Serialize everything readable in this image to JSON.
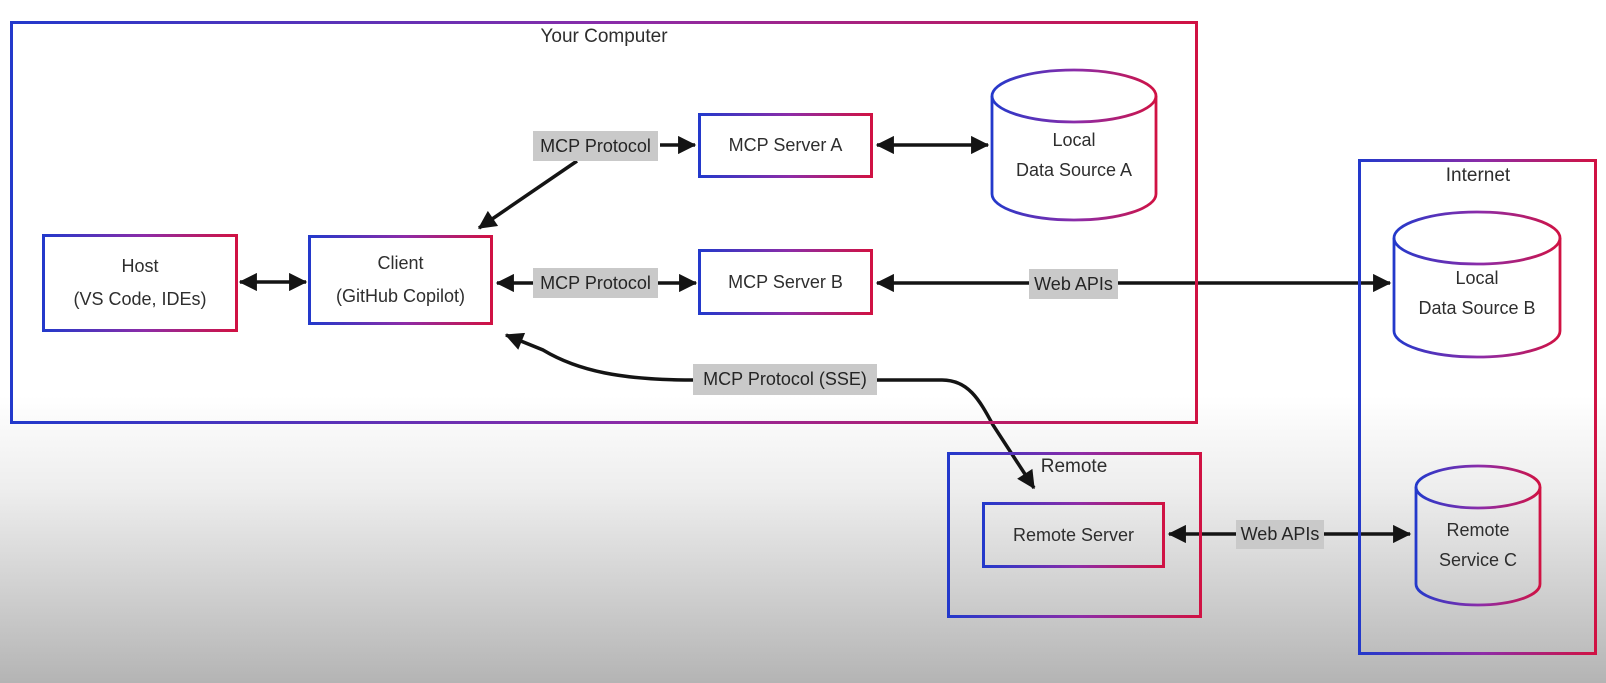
{
  "colors": {
    "border_gradient_start": "#2339cb",
    "border_gradient_mid": "#8c2ca8",
    "border_gradient_end": "#d01243",
    "chip_background": "#c9c9c9",
    "arrow": "#141414",
    "background_top": "#ffffff",
    "background_bottom": "#b4b4b4"
  },
  "containers": {
    "your_computer": {
      "label": "Your Computer"
    },
    "internet": {
      "label": "Internet"
    },
    "remote": {
      "label": "Remote"
    }
  },
  "nodes": {
    "host": {
      "line1": "Host",
      "line2": "(VS Code, IDEs)"
    },
    "client": {
      "line1": "Client",
      "line2": "(GitHub Copilot)"
    },
    "mcp_server_a": {
      "label": "MCP Server A"
    },
    "mcp_server_b": {
      "label": "MCP Server B"
    },
    "remote_server": {
      "label": "Remote Server"
    },
    "local_data_source_a": {
      "line1": "Local",
      "line2": "Data Source A"
    },
    "local_data_source_b": {
      "line1": "Local",
      "line2": "Data Source B"
    },
    "remote_service_c": {
      "line1": "Remote",
      "line2": "Service C"
    }
  },
  "edge_labels": {
    "mcp_protocol_a": "MCP Protocol",
    "mcp_protocol_b": "MCP Protocol",
    "mcp_protocol_sse": "MCP Protocol (SSE)",
    "web_apis_b": "Web APIs",
    "web_apis_c": "Web APIs"
  }
}
